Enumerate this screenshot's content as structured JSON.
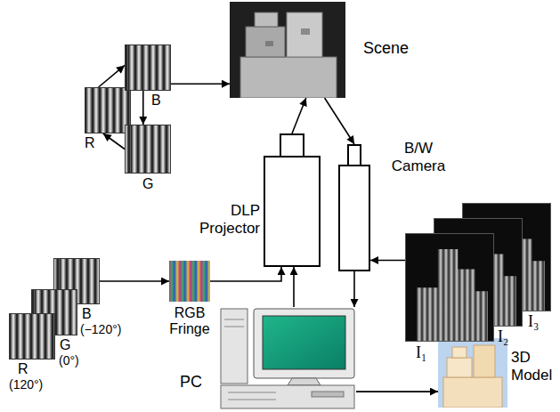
{
  "diagram": {
    "nodes": [
      {
        "text": [
          "R"
        ]
      },
      {
        "text": [
          "B"
        ]
      },
      {
        "text": [
          "G"
        ]
      },
      {
        "text": [
          "Scene"
        ]
      },
      {
        "text": [
          "DLP Projector"
        ]
      },
      {
        "text": [
          "B/W Camera"
        ]
      },
      {
        "text": [
          "I₁"
        ]
      },
      {
        "text": [
          "I₂"
        ]
      },
      {
        "text": [
          "I₃"
        ]
      },
      {
        "text": [
          "R",
          "(120°)"
        ]
      },
      {
        "text": [
          "G",
          "(0°)"
        ]
      },
      {
        "text": [
          "B",
          "(−120°)"
        ]
      },
      {
        "text": [
          "RGB Fringe"
        ]
      },
      {
        "text": [
          "PC"
        ]
      },
      {
        "text": [
          "3D Model"
        ]
      }
    ],
    "edges": [
      {
        "from": 0,
        "to": 1,
        "arrow": "to"
      },
      {
        "from": 1,
        "to": 2,
        "arrow": "to"
      },
      {
        "from": 2,
        "to": 0,
        "arrow": "to"
      },
      {
        "from": 1,
        "to": 3,
        "arrow": "to"
      },
      {
        "from": 4,
        "to": 3,
        "arrow": "to"
      },
      {
        "from": 3,
        "to": 5,
        "arrow": "to"
      },
      {
        "from": 6,
        "to": 5,
        "arrow": "to"
      },
      {
        "from": 5,
        "to": 13,
        "arrow": "to"
      },
      {
        "from": 13,
        "to": 4,
        "arrow": "to"
      },
      {
        "from": 11,
        "to": 12,
        "arrow": "to"
      },
      {
        "from": 12,
        "to": 4,
        "arrow": "to"
      },
      {
        "from": 13,
        "to": 14,
        "arrow": "to"
      }
    ]
  }
}
